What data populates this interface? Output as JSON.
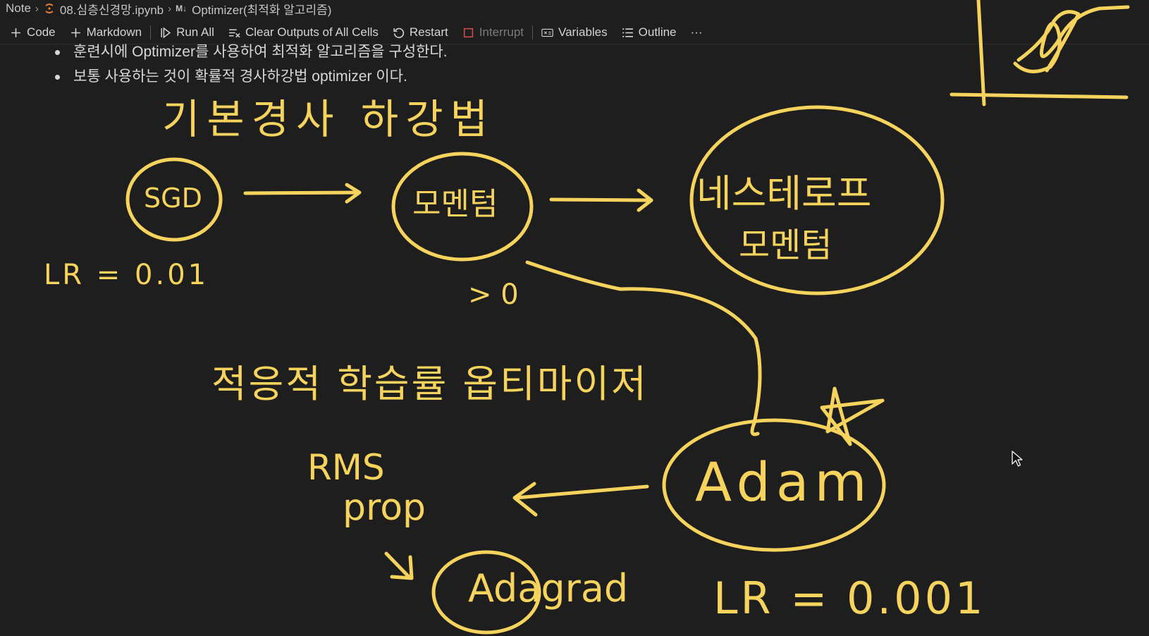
{
  "breadcrumb": {
    "root": "Note",
    "file": "08.심층신경망.ipynb",
    "md_prefix": "M↓",
    "section": "Optimizer(최적화 알고리즘)"
  },
  "toolbar": {
    "code": "Code",
    "markdown": "Markdown",
    "run_all": "Run All",
    "clear_outputs": "Clear Outputs of All Cells",
    "restart": "Restart",
    "interrupt": "Interrupt",
    "variables": "Variables",
    "outline": "Outline",
    "more": "···"
  },
  "cell": {
    "bullets": [
      "훈련시에 Optimizer를 사용하여 최적화 알고리즘을 구성한다.",
      "보통 사용하는 것이 확률적 경사하강법 optimizer 이다."
    ]
  },
  "annotations": {
    "title": "기본경사 하강법",
    "sgd": "SGD",
    "lr_sgd": "LR = 0.01",
    "momentum": "모멘텀",
    "momentum_note": "> 0",
    "nesterov_line1": "네스테로프",
    "nesterov_line2": "모멘텀",
    "adaptive": "적응적 학습률 옵티마이저",
    "adam": "Adam",
    "rms_line1": "RMS",
    "rms_line2": "prop",
    "adagrad": "Adagrad",
    "lr_adam": "LR = 0.001"
  },
  "colors": {
    "background": "#1e1e1e",
    "ink": "#f6d35c",
    "text": "#cccccc",
    "notebook_icon": "#e37933"
  }
}
